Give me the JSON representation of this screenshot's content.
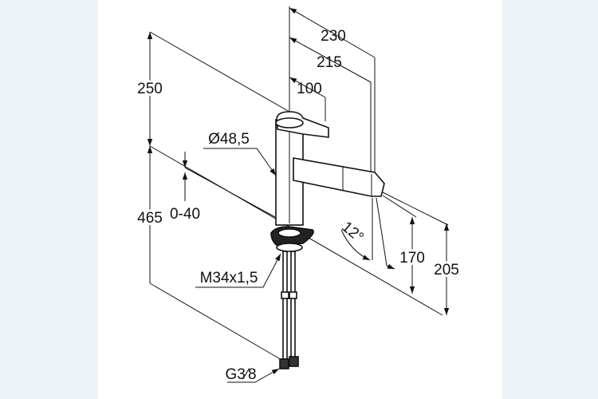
{
  "drawing": {
    "subject": "faucet",
    "dimensions": {
      "width_total": "230",
      "width_spout": "215",
      "width_lever": "100",
      "height_upper": "250",
      "height_lower": "465",
      "adjust_range": "0-40",
      "diameter": "Ø48,5",
      "thread": "M34x1,5",
      "angle": "12°",
      "spout_height": "170",
      "spout_height_max": "205",
      "connection": "G3⁄8"
    }
  }
}
